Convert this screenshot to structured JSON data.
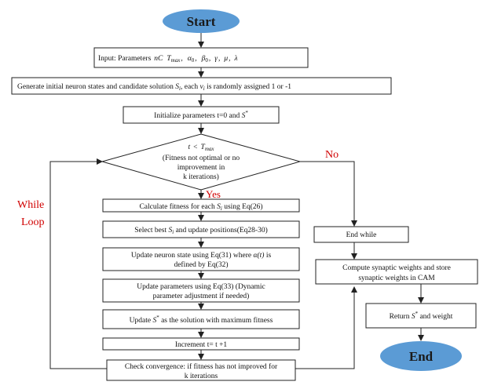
{
  "start_label": "Start",
  "end_label": "End",
  "input_label": "Input: Parameters",
  "input_params": [
    "nC",
    "T",
    "max",
    "α",
    "0",
    "β",
    "0",
    "γ",
    "μ",
    "λ"
  ],
  "generate": {
    "prefix": "Generate initial neuron states and candidate solution ",
    "s": "S",
    "sub_i": "i",
    "mid": ", each ",
    "v": "v",
    "suffix": " is randomly assigned 1 or -1"
  },
  "initialize": {
    "prefix": "Initialize parameters t=0 and ",
    "s": "S",
    "star": "*"
  },
  "decision": {
    "cond_t": "t",
    "cond_lt": "<",
    "cond_T": "T",
    "cond_max": "max",
    "line2": "(Fitness not optimal or no",
    "line3": "improvement  in",
    "line4": "k iterations)"
  },
  "yes_label": "Yes",
  "no_label": "No",
  "while_label1": "While",
  "while_label2": "Loop",
  "calc": {
    "prefix": "Calculate fitness for each ",
    "s": "S",
    "sub": "i",
    "suffix": " using Eq(26)"
  },
  "select": {
    "prefix": "Select best ",
    "s": "S",
    "sub": "i",
    "suffix": " and update positions(Eq28-30)"
  },
  "update_neuron": {
    "line1a": "Update neuron state using Eq(31) where ",
    "alpha": "α(t)",
    "line1b": " is",
    "line2": "defined by Eq(32)"
  },
  "update_params": {
    "line1": "Update parameters using Eq(33) (Dynamic",
    "line2": "parameter adjustment if needed)"
  },
  "update_s": {
    "prefix": "Update ",
    "s": "S",
    "star": "*",
    "suffix": " as the solution with maximum fitness"
  },
  "increment": "Increment t= t +1",
  "check": {
    "line1": "Check convergence: if fitness has not improved for",
    "line2": "k iterations"
  },
  "end_while": "End while",
  "compute": {
    "line1": "Compute synaptic weights and store",
    "line2": "synaptic weights in CAM"
  },
  "return": {
    "prefix": "Return ",
    "s": "S",
    "star": "*",
    "suffix": " and weight"
  },
  "colors": {
    "oval_fill": "#5b9bd5",
    "yes_no": "#d00000",
    "line": "#222222"
  }
}
